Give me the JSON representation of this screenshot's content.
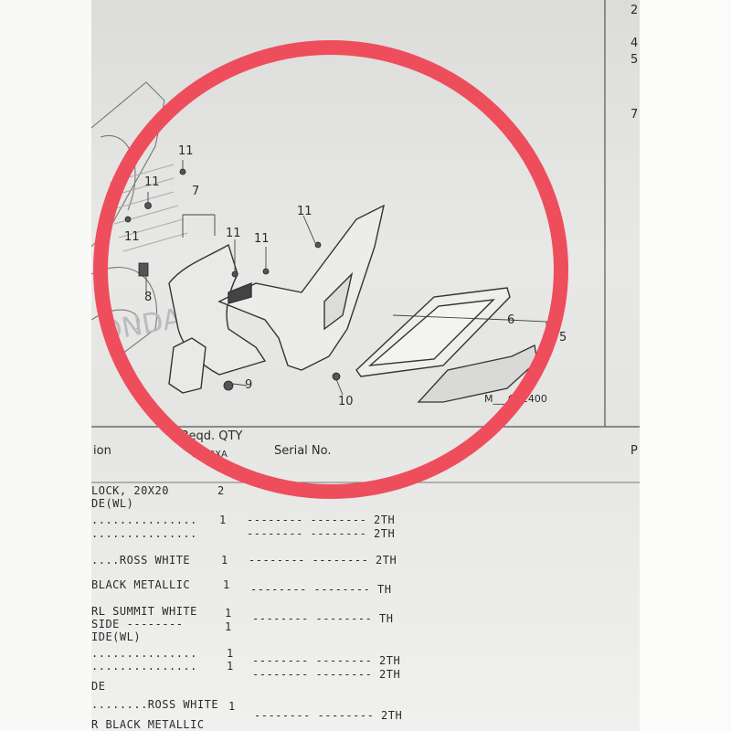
{
  "diagram": {
    "callouts": [
      "11",
      "11",
      "11",
      "11",
      "11",
      "11",
      "7",
      "8",
      "9",
      "10",
      "6",
      "5"
    ],
    "code": "M___GF2400",
    "right_column": [
      "2",
      "4",
      "5",
      "7"
    ]
  },
  "table": {
    "headers": {
      "description": "ion",
      "reqd_qty": "Reqd. QTY",
      "model": "P500XA",
      "serial": "Serial No.",
      "extra": "P"
    },
    "rows": [
      {
        "desc": "LOCK, 20X20",
        "qty": "2",
        "serial": ""
      },
      {
        "desc": "DE(WL)",
        "qty": "",
        "serial": ""
      },
      {
        "desc": "...............",
        "qty": "1",
        "serial": "-------- -------- 2TH"
      },
      {
        "desc": "...............",
        "qty": "",
        "serial": "-------- -------- 2TH"
      },
      {
        "desc": "....ROSS WHITE",
        "qty": "1",
        "serial": "-------- -------- 2TH"
      },
      {
        "desc": "BLACK METALLIC",
        "qty": "1",
        "serial": "-------- -------- TH"
      },
      {
        "desc": "RL SUMMIT WHITE",
        "qty": "1",
        "serial": "-------- -------- TH"
      },
      {
        "desc": "SIDE --------",
        "qty": "1",
        "serial": ""
      },
      {
        "desc": "IDE(WL)",
        "qty": "",
        "serial": ""
      },
      {
        "desc": "...............",
        "qty": "1",
        "serial": "-------- -------- 2TH"
      },
      {
        "desc": "...............",
        "qty": "1",
        "serial": "-------- -------- 2TH"
      },
      {
        "desc": "DE",
        "qty": "",
        "serial": ""
      },
      {
        "desc": "........ROSS WHITE",
        "qty": "1",
        "serial": "-------- -------- 2TH"
      },
      {
        "desc": "R BLACK METALLIC",
        "qty": "",
        "serial": ""
      }
    ]
  },
  "colors": {
    "highlight_circle": "#ee4d5c",
    "line_art": "#3a3a3a"
  }
}
